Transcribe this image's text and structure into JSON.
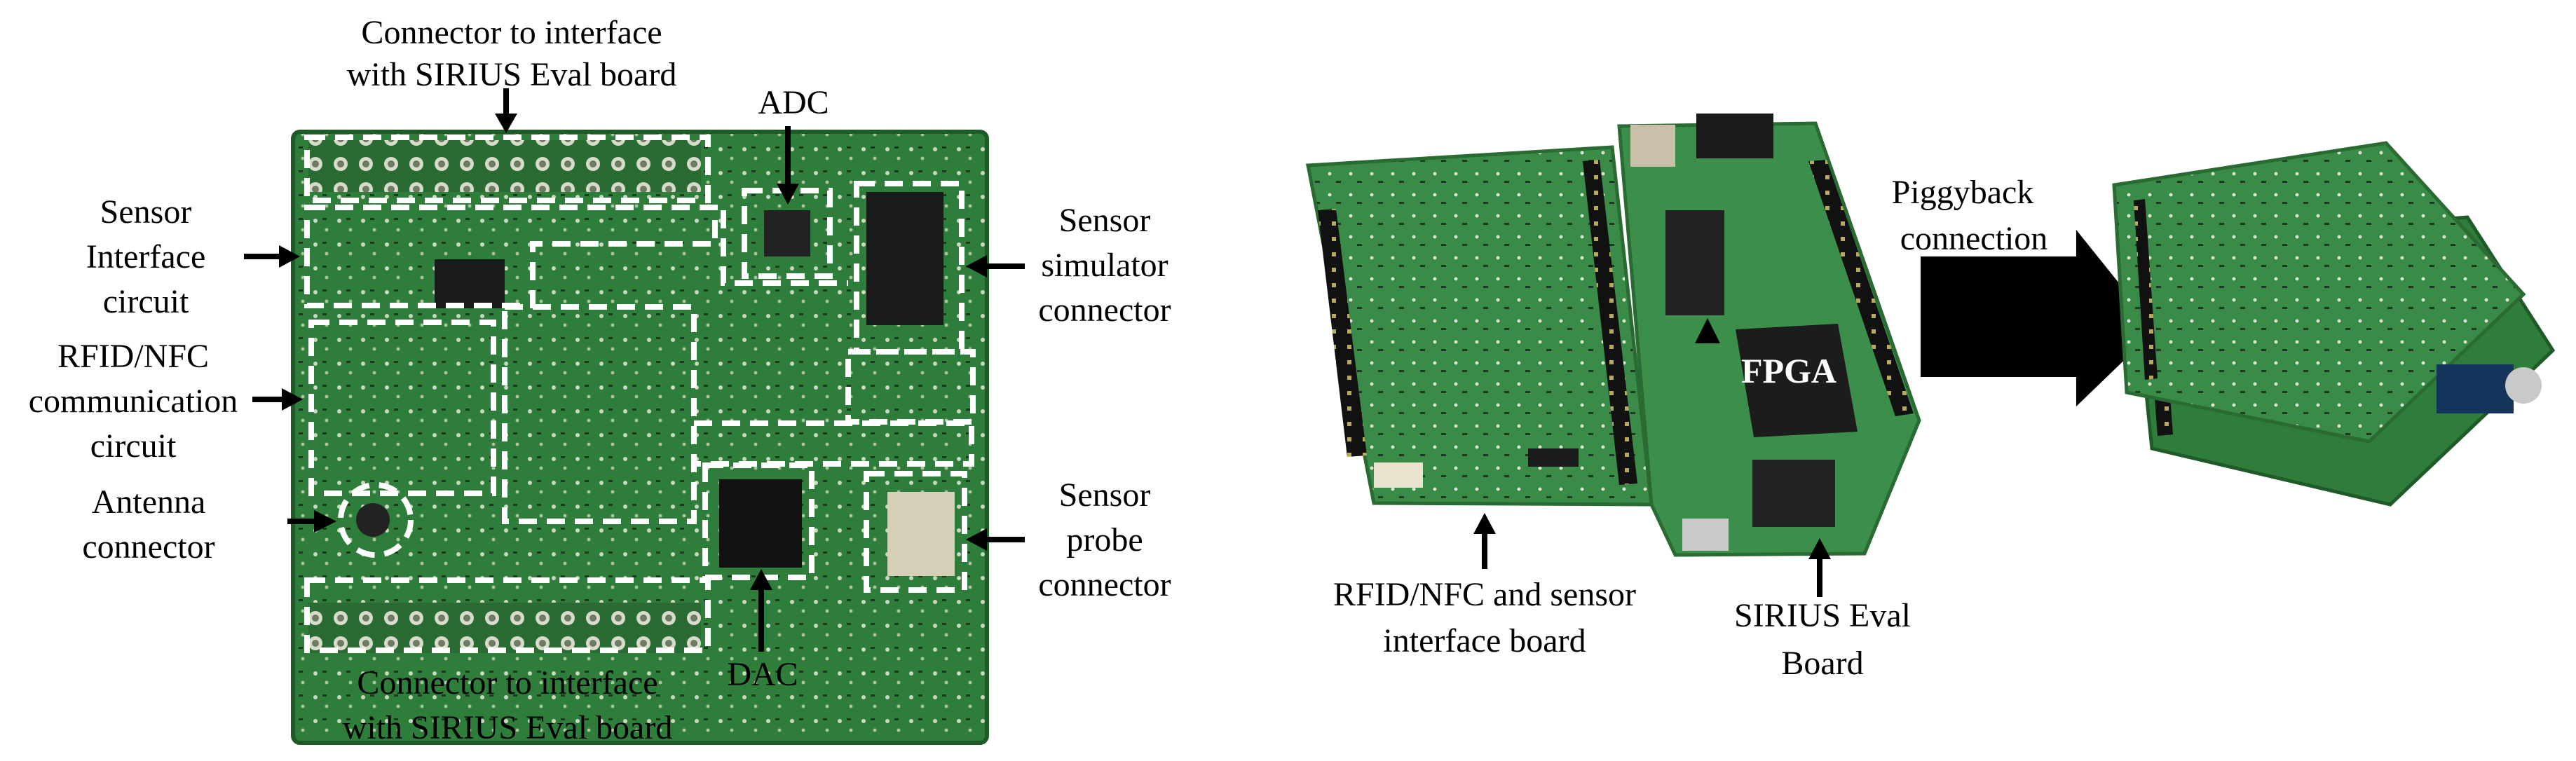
{
  "left_panel": {
    "labels": {
      "connector_top": [
        "Connector to interface",
        "with SIRIUS Eval board"
      ],
      "adc": "ADC",
      "sensor_interface": [
        "Sensor",
        "Interface",
        "circuit"
      ],
      "rfid_circuit": [
        "RFID/NFC",
        "communication",
        "circuit"
      ],
      "antenna": [
        "Antenna",
        "connector"
      ],
      "sensor_simulator": [
        "Sensor",
        "simulator",
        "connector"
      ],
      "sensor_probe": [
        "Sensor",
        "probe",
        "connector"
      ],
      "dac": "DAC",
      "connector_bottom": [
        "Connector to interface",
        "with SIRIUS Eval board"
      ]
    }
  },
  "right_panel": {
    "labels": {
      "fpga": "FPGA",
      "piggyback": [
        "Piggyback",
        "connection"
      ],
      "rfid_board": [
        "RFID/NFC and sensor",
        "interface board"
      ],
      "sirius_eval": [
        "SIRIUS Eval",
        "Board"
      ]
    }
  },
  "colors": {
    "pcb_green": "#2f7d3a",
    "pcb_dark": "#1f5a29",
    "dashed_box": "#ffffff",
    "arrow": "#000000"
  }
}
